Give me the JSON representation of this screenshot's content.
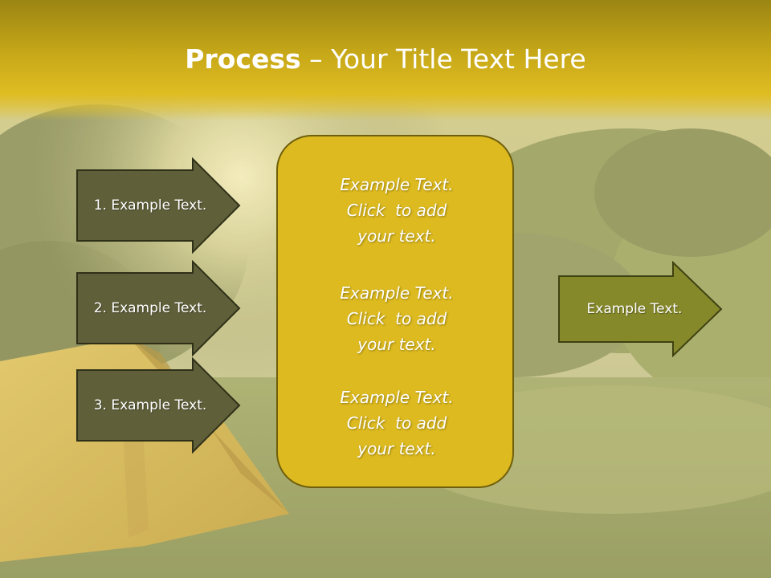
{
  "title": {
    "bold": "Process",
    "rest": " – Your Title Text Here"
  },
  "left_arrows": [
    {
      "label": "1. Example Text."
    },
    {
      "label": "2. Example Text."
    },
    {
      "label": "3. Example Text."
    }
  ],
  "center_box": {
    "paragraphs": [
      {
        "line1": "Example Text.",
        "line2": "Click  to add",
        "line3": "your text."
      },
      {
        "line1": "Example Text.",
        "line2": "Click  to add",
        "line3": "your text."
      },
      {
        "line1": "Example Text.",
        "line2": "Click  to add",
        "line3": "your text."
      }
    ]
  },
  "right_arrow": {
    "label": "Example Text."
  },
  "colors": {
    "title_bar": "#c9a91a",
    "left_arrow_fill": "#5f5f3a",
    "center_box_fill": "#ddba1f",
    "right_arrow_fill": "#86892a"
  },
  "background": "camping-tent-meadow-photo"
}
